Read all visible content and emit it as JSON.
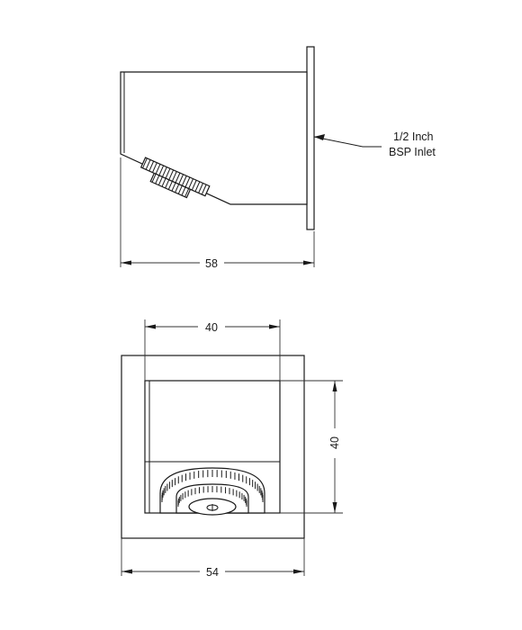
{
  "side_view": {
    "inlet_label_line1": "1/2 Inch",
    "inlet_label_line2": "BSP Inlet",
    "width_dim": "58"
  },
  "front_view": {
    "top_dim": "40",
    "right_dim": "40",
    "bottom_dim": "54"
  },
  "colors": {
    "line": "#1a1a1a",
    "background": "#ffffff"
  },
  "icons": {
    "arrowheads": "dimension-arrow",
    "knob": "knurled-knob-icon"
  }
}
